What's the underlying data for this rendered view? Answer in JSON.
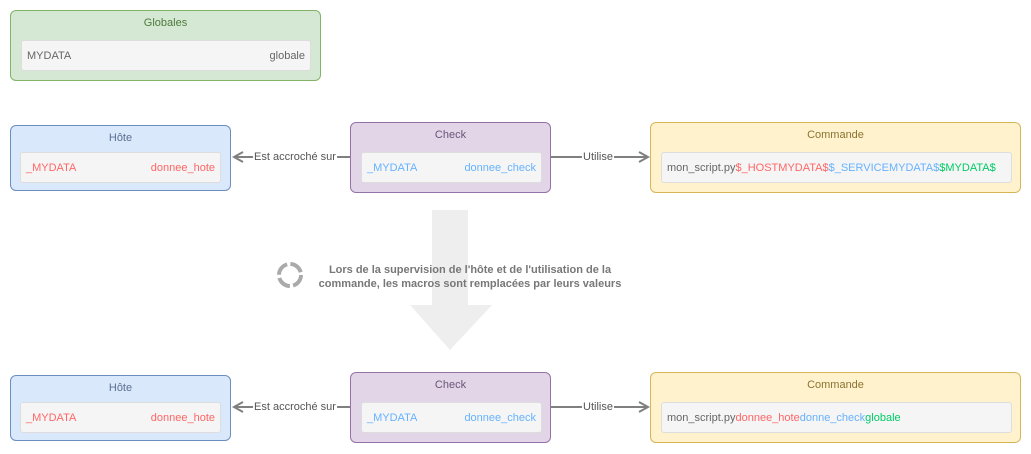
{
  "globales": {
    "title": "Globales",
    "key": "MYDATA",
    "value": "globale"
  },
  "before": {
    "host": {
      "title": "Hôte",
      "key": "_MYDATA",
      "value": "donnee_hote"
    },
    "check": {
      "title": "Check",
      "key": "_MYDATA",
      "value": "donnee_check"
    },
    "command": {
      "title": "Commande",
      "script": "mon_script.py",
      "arg1": "$_HOSTMYDATA$",
      "arg2": "$_SERVICEMYDATA$",
      "arg3": "$MYDATA$"
    },
    "edge_host": "Est accroché sur",
    "edge_command": "Utilise"
  },
  "note": {
    "line1": "Lors de la supervision de l'hôte et de l'utilisation de la",
    "line2": "commande, les macros sont remplacées par leurs valeurs"
  },
  "after": {
    "host": {
      "title": "Hôte",
      "key": "_MYDATA",
      "value": "donnee_hote"
    },
    "check": {
      "title": "Check",
      "key": "_MYDATA",
      "value": "donnee_check"
    },
    "command": {
      "title": "Commande",
      "script": "mon_script.py",
      "arg1": "donnee_hote",
      "arg2": "donne_check",
      "arg3": "globale"
    },
    "edge_host": "Est accroché sur",
    "edge_command": "Utilise"
  },
  "colors": {
    "host": "#ff6666",
    "check": "#66b2ff",
    "global": "#00cc66"
  }
}
